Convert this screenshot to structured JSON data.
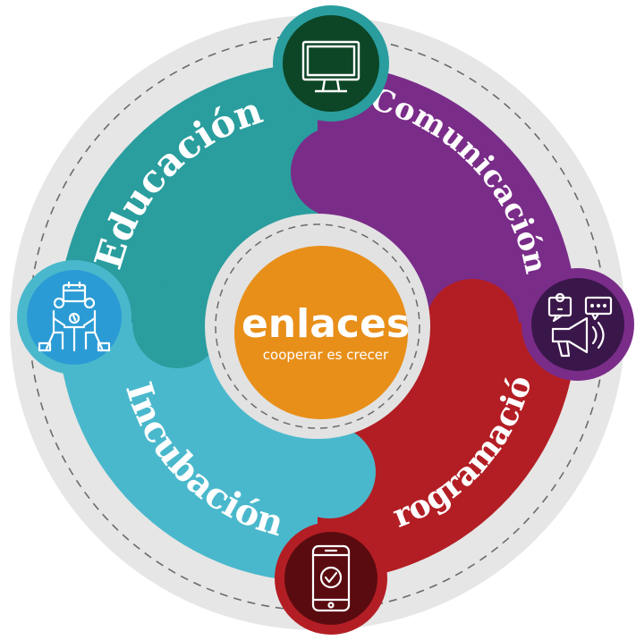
{
  "logo": {
    "name": "enlaces",
    "tagline": "cooperar es crecer"
  },
  "segments": [
    {
      "label": "Educación",
      "icon": "monitor-icon",
      "color": "#2a9d9e",
      "icon_bg": "#0c4626"
    },
    {
      "label": "Comunicación",
      "icon": "megaphone-icon",
      "color": "#7a2c89",
      "icon_bg": "#3a174a"
    },
    {
      "label": "Programación",
      "icon": "smartphone-check-icon",
      "color": "#b31e24",
      "icon_bg": "#5a0b10"
    },
    {
      "label": "Incubación",
      "icon": "meeting-icon",
      "color": "#4ab8cc",
      "icon_bg": "#2b9bd5"
    }
  ],
  "colors": {
    "outer_ring": "#e6e6e6",
    "center": "#e88f1a"
  }
}
